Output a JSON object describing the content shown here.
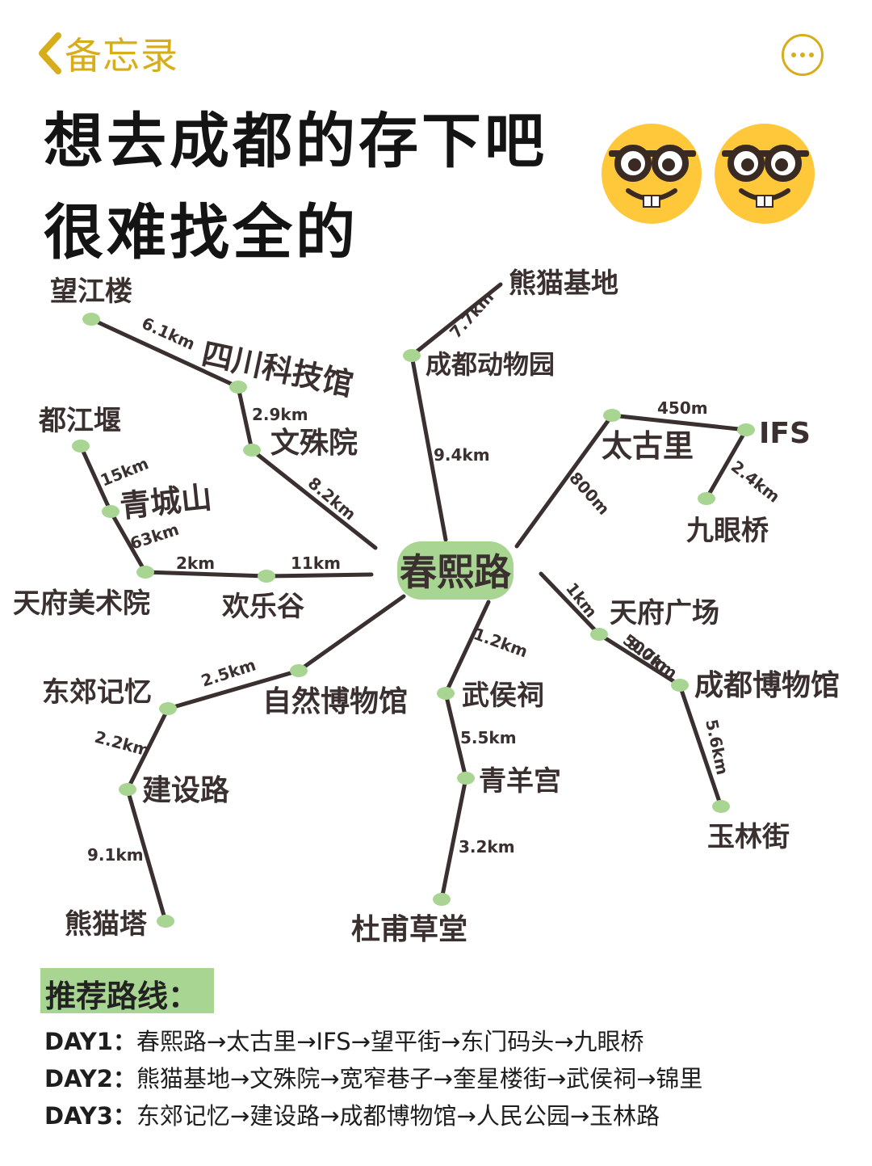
{
  "header": {
    "back_label": "备忘录"
  },
  "title": {
    "line1": "想去成都的存下吧",
    "line2": "很难找全的"
  },
  "colors": {
    "accent": "#d8ad1c",
    "line": "#3b3030",
    "node": "#a8d591",
    "highlight": "#a8d591"
  },
  "icons": {
    "back": "chevron-left-icon",
    "more": "ellipsis-icon",
    "emoji": "nerd-face-emoji"
  },
  "map": {
    "center": "春熙路",
    "places": [
      "望江楼",
      "熊猫基地",
      "四川科技馆",
      "成都动物园",
      "都江堰",
      "文殊院",
      "太古里",
      "IFS",
      "青城山",
      "九眼桥",
      "天府美术院",
      "欢乐谷",
      "天府广场",
      "东郊记忆",
      "自然博物馆",
      "武侯祠",
      "成都博物馆",
      "建设路",
      "青羊宫",
      "玉林街",
      "熊猫塔",
      "杜甫草堂"
    ],
    "distances": [
      "6.1km",
      "7.7km",
      "2.9km",
      "9.4km",
      "450m",
      "15km",
      "8.2km",
      "800m",
      "2.4km",
      "63km",
      "2km",
      "11km",
      "1km",
      "9.7km",
      "2.5km",
      "1.2km",
      "500m",
      "2.2km",
      "5.5km",
      "5.6km",
      "9.1km",
      "3.2km"
    ]
  },
  "recommend": {
    "title": "推荐路线：",
    "days": [
      {
        "label": "DAY1：",
        "route": "春熙路→太古里→IFS→望平街→东门码头→九眼桥"
      },
      {
        "label": "DAY2：",
        "route": "熊猫基地→文殊院→宽窄巷子→奎星楼街→武侯祠→锦里"
      },
      {
        "label": "DAY3：",
        "route": "东郊记忆→建设路→成都博物馆→人民公园→玉林路"
      }
    ]
  }
}
